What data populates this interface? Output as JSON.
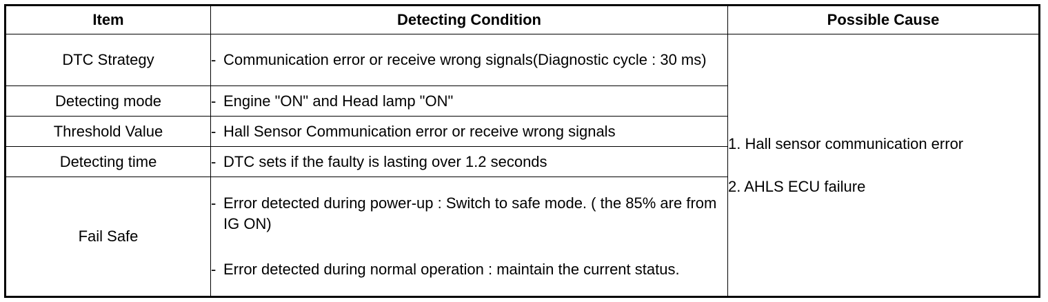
{
  "headers": {
    "item": "Item",
    "condition": "Detecting Condition",
    "cause": "Possible Cause"
  },
  "rows": [
    {
      "item": "DTC Strategy",
      "conditions": [
        "Communication error or receive wrong signals(Diagnostic cycle : 30 ms)"
      ]
    },
    {
      "item": "Detecting mode",
      "conditions": [
        "Engine \"ON\" and Head lamp \"ON\""
      ]
    },
    {
      "item": "Threshold Value",
      "conditions": [
        "Hall Sensor Communication error or receive wrong signals"
      ]
    },
    {
      "item": "Detecting time",
      "conditions": [
        "DTC sets if the faulty is lasting over 1.2 seconds"
      ]
    },
    {
      "item": "Fail Safe",
      "conditions": [
        "Error detected during power-up : Switch to safe mode. ( the 85% are from IG ON)",
        "Error detected during normal operation : maintain the current status."
      ]
    }
  ],
  "possible_causes": [
    "1. Hall sensor communication error",
    "2. AHLS ECU failure"
  ],
  "bullet": "-"
}
